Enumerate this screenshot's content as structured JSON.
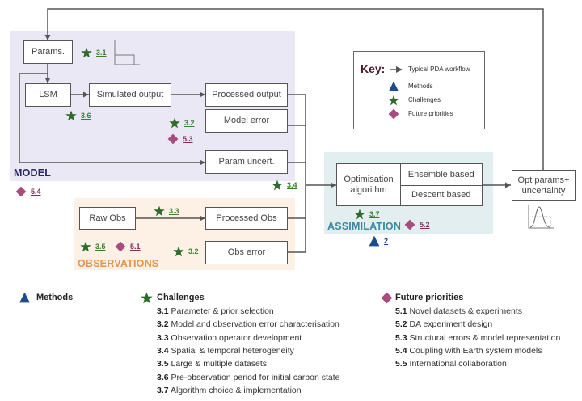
{
  "regions": {
    "model_label": "MODEL",
    "observations_label": "OBSERVATIONS",
    "assimilation_label": "ASSIMILATION"
  },
  "boxes": {
    "params": "Params.",
    "lsm": "LSM",
    "simulated_output": "Simulated output",
    "processed_output": "Processed output",
    "model_error": "Model error",
    "param_uncert": "Param uncert.",
    "raw_obs": "Raw Obs",
    "processed_obs": "Processed Obs",
    "obs_error": "Obs error",
    "optimisation_algorithm": "Optimisation\nalgorithm",
    "ensemble_based": "Ensemble based",
    "descent_based": "Descent based",
    "opt_params_uncertainty": "Opt params+\nuncertainty"
  },
  "markers": {
    "params_challenge": "3.1",
    "lsm_challenge": "3.6",
    "model_error_challenge": "3.2",
    "model_error_priority": "5.3",
    "model_priority": "5.4",
    "heterogeneity_challenge": "3.4",
    "obs_operator_challenge": "3.3",
    "datasets_challenge": "3.5",
    "datasets_priority": "5.1",
    "obs_error_challenge": "3.2",
    "algorithm_challenge": "3.7",
    "experiment_priority": "5.2",
    "methods_ref": "2"
  },
  "key": {
    "title": "Key:",
    "workflow": "Typical PDA workflow",
    "methods": "Methods",
    "challenges": "Challenges",
    "future_priorities": "Future priorities"
  },
  "legend": {
    "methods": {
      "title": "Methods"
    },
    "challenges": {
      "title": "Challenges",
      "items": [
        {
          "num": "3.1",
          "text": "Parameter & prior selection"
        },
        {
          "num": "3.2",
          "text": "Model and observation error characterisation"
        },
        {
          "num": "3.3",
          "text": "Observation operator development"
        },
        {
          "num": "3.4",
          "text": "Spatial & temporal heterogeneity"
        },
        {
          "num": "3.5",
          "text": "Large & multiple datasets"
        },
        {
          "num": "3.6",
          "text": "Pre-observation period for initial carbon state"
        },
        {
          "num": "3.7",
          "text": "Algorithm choice & implementation"
        }
      ]
    },
    "future_priorities": {
      "title": "Future priorities",
      "items": [
        {
          "num": "5.1",
          "text": "Novel datasets & experiments"
        },
        {
          "num": "5.2",
          "text": "DA experiment design"
        },
        {
          "num": "5.3",
          "text": "Structural errors & model representation"
        },
        {
          "num": "5.4",
          "text": "Coupling with Earth system models"
        },
        {
          "num": "5.5",
          "text": "International collaboration"
        }
      ]
    }
  },
  "colors": {
    "model_region": "#ebe8f6",
    "observations_region": "#fdf1e6",
    "assimilation_region": "#e3eef0",
    "model_label": "#2b2667",
    "observations_label": "#e8924a",
    "assimilation_label": "#3b8ba0",
    "challenge_star": "#2e6b2a",
    "priority_diamond": "#a84c7e",
    "method_triangle": "#1f4a8c"
  }
}
